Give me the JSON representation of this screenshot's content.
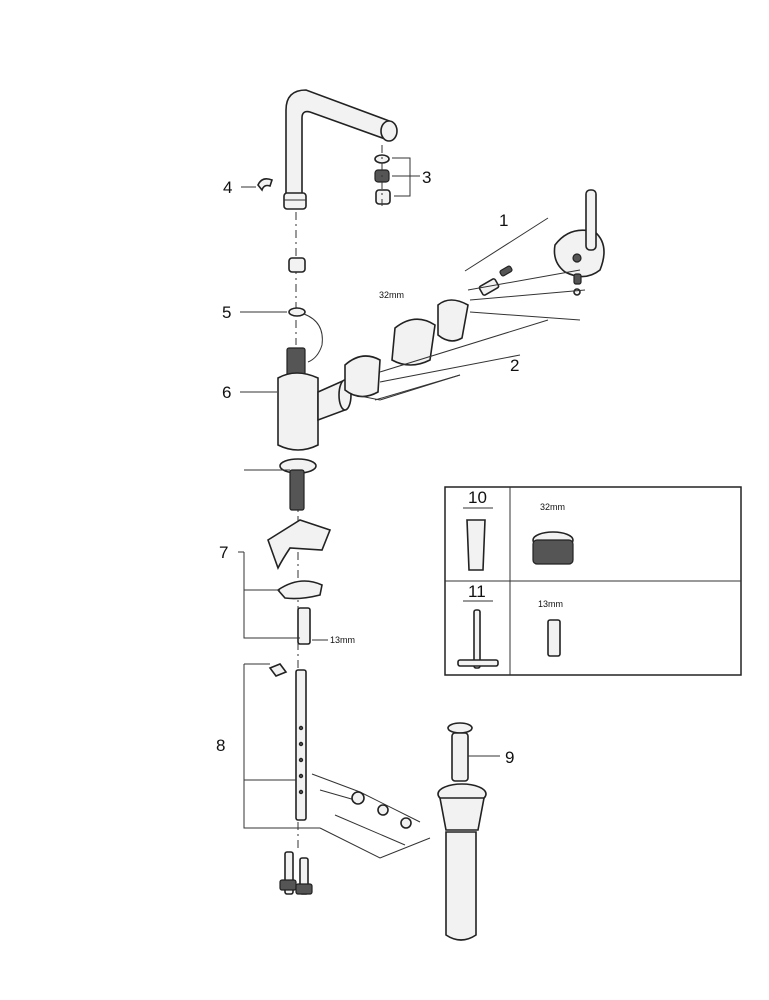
{
  "callouts": {
    "c1": "1",
    "c2": "2",
    "c3": "3",
    "c4": "4",
    "c5": "5",
    "c6": "6",
    "c7": "7",
    "c8": "8",
    "c9": "9"
  },
  "dimensions": {
    "cartridge_wrench": "32mm",
    "fitting_wrench": "13mm"
  },
  "accessory_box": {
    "item10": {
      "number": "10",
      "wrench": "32mm"
    },
    "item11": {
      "number": "11",
      "wrench": "13mm"
    }
  }
}
